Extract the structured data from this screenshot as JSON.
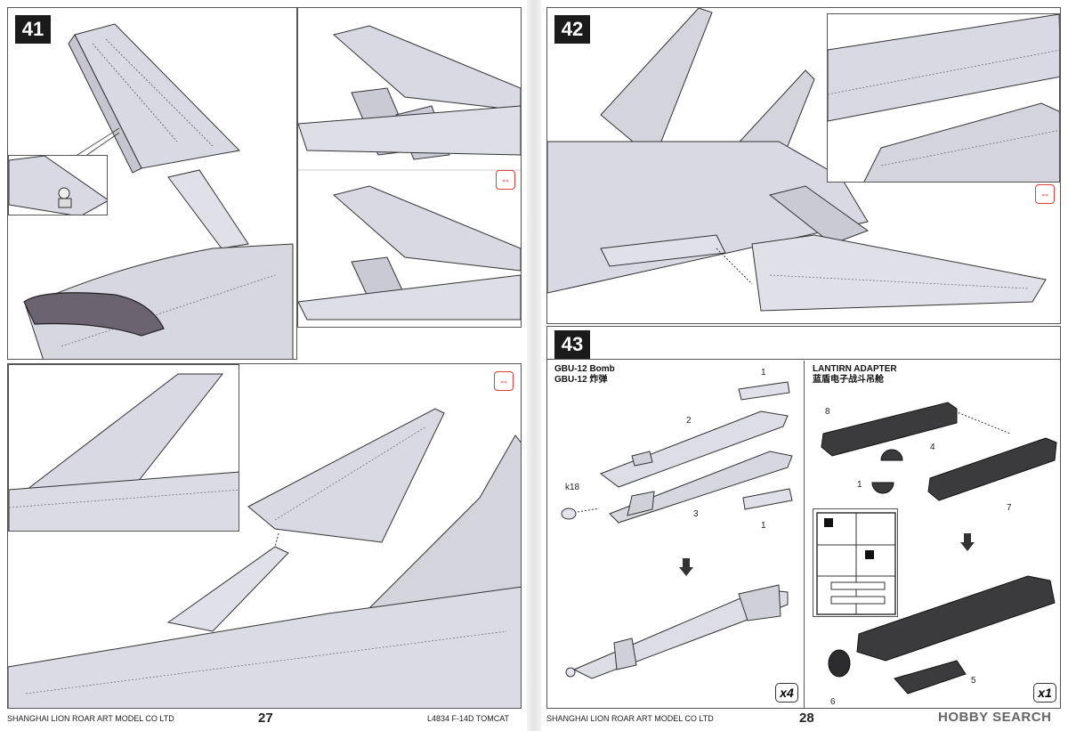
{
  "left_page": {
    "step_41": {
      "number": "41"
    },
    "step_42": {
      "number": "42"
    },
    "footer_company": "SHANGHAI LION ROAR ART MODEL CO LTD",
    "page_number": "27",
    "footer_product": "L4834 F-14D TOMCAT"
  },
  "right_page": {
    "step_42": {
      "number": "42"
    },
    "step_43": {
      "number": "43",
      "gbu_title_en": "GBU-12 Bomb",
      "gbu_title_cn": "GBU-12 炸弹",
      "lantirn_title_en": "LANTIRN ADAPTER",
      "lantirn_title_cn": "蓝盾电子战斗吊舱",
      "gbu_parts": [
        "1",
        "2",
        "k18",
        "3",
        "1"
      ],
      "lantirn_parts": [
        "8",
        "4",
        "1",
        "7",
        "5",
        "6"
      ],
      "gbu_qty": "x4",
      "lantirn_qty": "x1"
    },
    "footer_company": "SHANGHAI LION ROAR ART MODEL CO LTD",
    "page_number": "28",
    "watermark": "HOBBY SEARCH"
  },
  "icons": {
    "mirror_symbol": "double-arrow-icon",
    "accent_color": "#e63b3b"
  }
}
